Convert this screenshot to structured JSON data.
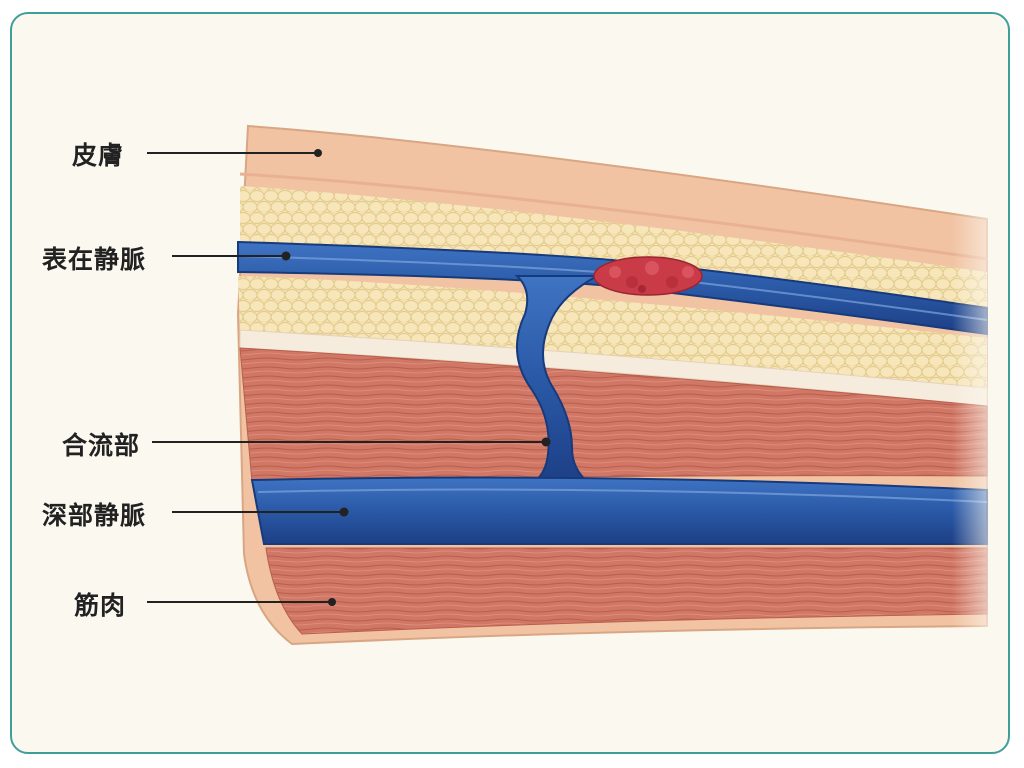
{
  "labels": {
    "skin": "皮膚",
    "superficial_vein": "表在静脈",
    "junction": "合流部",
    "deep_vein": "深部静脈",
    "muscle": "筋肉"
  },
  "colors": {
    "frame_border": "#3f9f98",
    "background": "#fbf8f0",
    "skin": "#f1c3a3",
    "fat": "#f4e1ae",
    "fascia": "#f6ecdd",
    "muscle": "#d17765",
    "vein": "#2a59a6",
    "vein_dark": "#1d3f86",
    "clot": "#c93b47"
  },
  "icons": {
    "clot": "blood-clot-icon"
  }
}
